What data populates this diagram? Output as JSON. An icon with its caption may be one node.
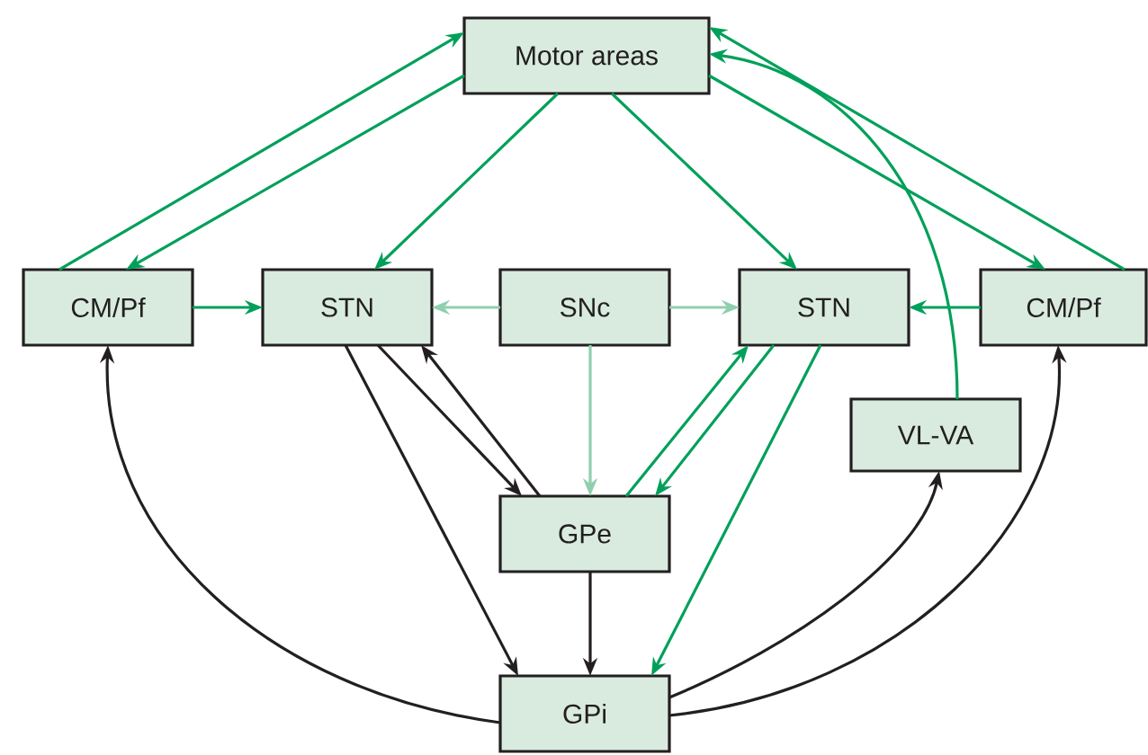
{
  "diagram": {
    "nodes": [
      {
        "text": [
          "Motor areas"
        ]
      },
      {
        "text": [
          "CM/Pf"
        ]
      },
      {
        "text": [
          "STN"
        ]
      },
      {
        "text": [
          "SNc"
        ]
      },
      {
        "text": [
          "STN"
        ]
      },
      {
        "text": [
          "CM/Pf"
        ]
      },
      {
        "text": [
          "GPe"
        ]
      },
      {
        "text": [
          "VL-VA"
        ]
      },
      {
        "text": [
          "GPi"
        ]
      }
    ],
    "edges": [
      {
        "from": 1,
        "to": 0,
        "arrow": "to"
      },
      {
        "from": 0,
        "to": 1,
        "arrow": "to"
      },
      {
        "from": 0,
        "to": 2,
        "arrow": "to"
      },
      {
        "from": 1,
        "to": 2,
        "arrow": "to"
      },
      {
        "from": 3,
        "to": 2,
        "arrow": "to",
        "color": "#8fcfae"
      },
      {
        "from": 3,
        "to": 4,
        "arrow": "to",
        "color": "#8fcfae"
      },
      {
        "from": 3,
        "to": 6,
        "arrow": "to",
        "color": "#8fcfae"
      },
      {
        "from": 0,
        "to": 4,
        "arrow": "to"
      },
      {
        "from": 0,
        "to": 5,
        "arrow": "to"
      },
      {
        "from": 5,
        "to": 0,
        "arrow": "to"
      },
      {
        "from": 7,
        "to": 0,
        "arrow": "to"
      },
      {
        "from": 5,
        "to": 4,
        "arrow": "to"
      },
      {
        "from": 2,
        "to": 6,
        "arrow": "to",
        "color": "#231f20"
      },
      {
        "from": 6,
        "to": 2,
        "arrow": "to",
        "color": "#231f20"
      },
      {
        "from": 2,
        "to": 8,
        "arrow": "to",
        "color": "#231f20"
      },
      {
        "from": 6,
        "to": 8,
        "arrow": "to",
        "color": "#231f20"
      },
      {
        "from": 8,
        "to": 1,
        "arrow": "to",
        "color": "#231f20"
      },
      {
        "from": 8,
        "to": 7,
        "arrow": "to",
        "color": "#231f20"
      },
      {
        "from": 8,
        "to": 5,
        "arrow": "to",
        "color": "#231f20"
      },
      {
        "from": 6,
        "to": 4,
        "arrow": "to"
      },
      {
        "from": 4,
        "to": 6,
        "arrow": "to"
      },
      {
        "from": 4,
        "to": 8,
        "arrow": "to"
      }
    ]
  }
}
